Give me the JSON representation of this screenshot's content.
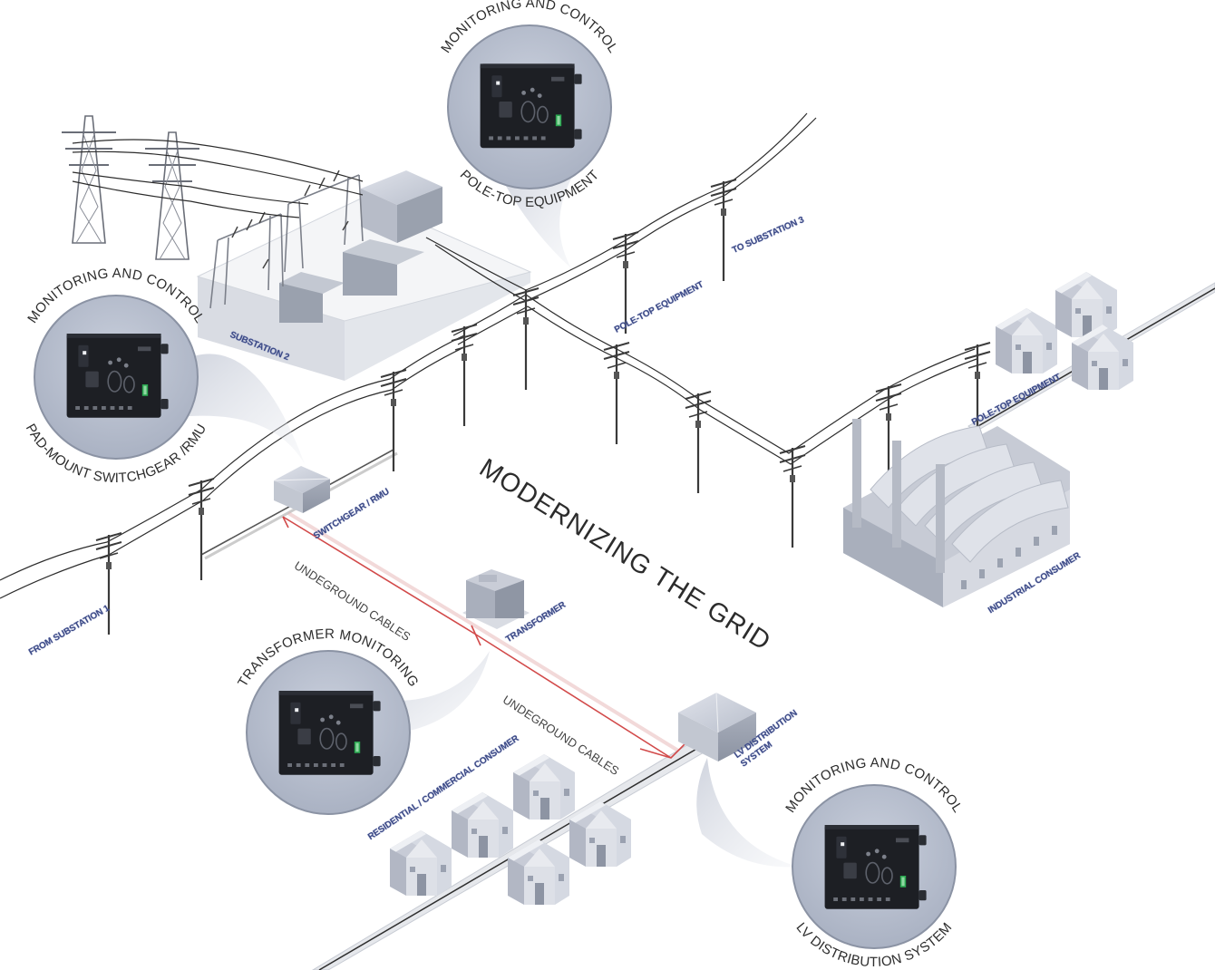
{
  "headline": "MODERNIZING THE GRID",
  "callouts": {
    "pole_top": {
      "top": "MONITORING AND CONTROL",
      "bottom": "POLE-TOP EQUIPMENT"
    },
    "pad_mount": {
      "top": "MONITORING AND CONTROL",
      "bottom": "PAD-MOUNT SWITCHGEAR /RMU"
    },
    "transformer": {
      "top": "TRANSFORMER MONITORING"
    },
    "lv": {
      "top": "MONITORING AND CONTROL",
      "bottom": "LV DISTRIBUTION SYSTEM"
    }
  },
  "map_labels": {
    "substation_2": "SUBSTATION 2",
    "to_substation_3": "TO SUBSTATION 3",
    "pole_top_equipment": "POLE-TOP EQUIPMENT",
    "pole_top_equipment_2": "POLE-TOP EQUIPMENT",
    "switchgear_rmu": "SWITCHGEAR / RMU",
    "from_substation_1": "FROM SUBSTATION 1",
    "transformer": "TRANSFORMER",
    "industrial_consumer": "INDUSTRIAL CONSUMER",
    "lv_distribution_line1": "LV DISTRIBUTION",
    "lv_distribution_line2": "SYSTEM",
    "residential_consumer": "RESIDENTIAL / COMMERCIAL CONSUMER"
  },
  "cable_labels": {
    "upper": "UNDEGROUND CABLES",
    "lower": "UNDEGROUND CABLES"
  }
}
